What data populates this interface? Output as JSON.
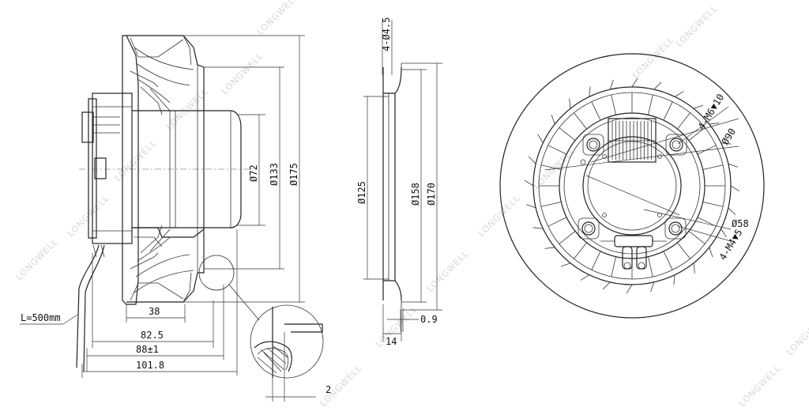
{
  "watermark": "LONGWELL",
  "side_view": {
    "dim_72": "Ø72",
    "dim_133": "Ø133",
    "dim_175": "Ø175",
    "dim_38": "38",
    "dim_82_5": "82.5",
    "dim_88": "88±1",
    "dim_101_8": "101.8",
    "cable_length": "L=500mm",
    "detail_2": "2"
  },
  "ring_view": {
    "holes": "4-Ø4.5",
    "dim_125": "Ø125",
    "dim_158": "Ø158",
    "dim_170": "Ø170",
    "dim_0_9": "0.9",
    "dim_14": "14"
  },
  "front_view": {
    "thread_m6": "4-M6▼10",
    "dim_90": "Ø90",
    "dim_58": "Ø58",
    "thread_m4": "4-M4▼5"
  }
}
